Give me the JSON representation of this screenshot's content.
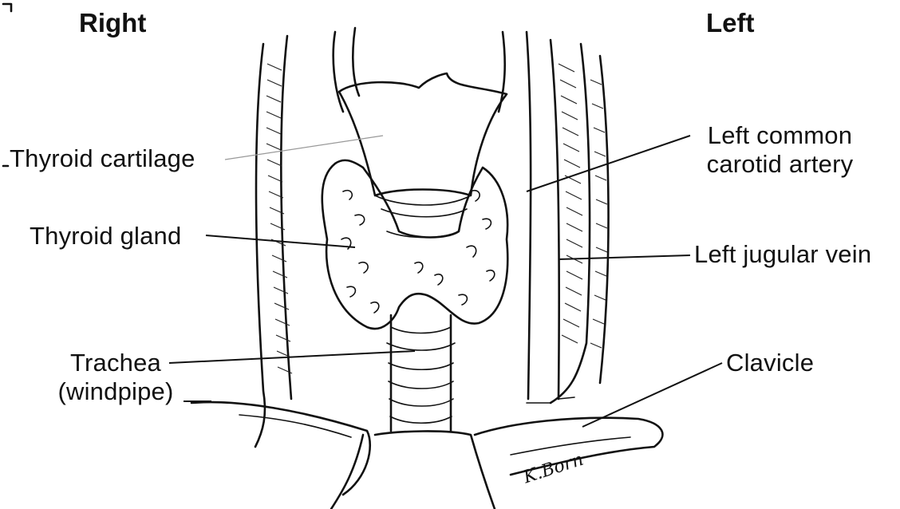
{
  "sides": {
    "right": "Right",
    "left": "Left"
  },
  "labels": {
    "thyroid_cartilage": "Thyroid cartilage",
    "left_common_carotid_line1": "Left common",
    "left_common_carotid_line2": "carotid artery",
    "thyroid_gland": "Thyroid gland",
    "left_jugular_vein": "Left jugular vein",
    "trachea_line1": "Trachea",
    "trachea_line2": "(windpipe)",
    "clavicle": "Clavicle"
  },
  "signature": "K.Born",
  "colors": {
    "ink": "#111111",
    "background": "#ffffff"
  }
}
